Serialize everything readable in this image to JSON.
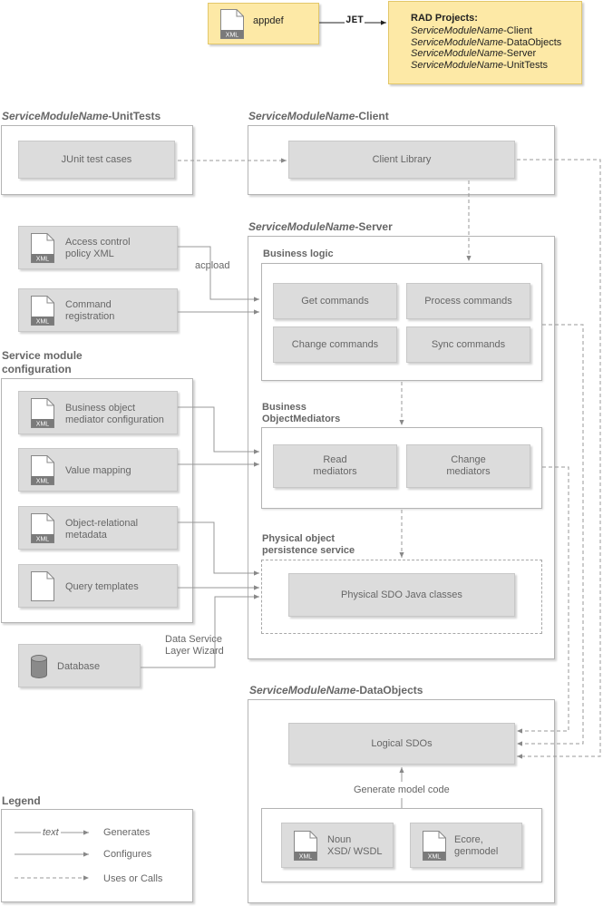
{
  "top": {
    "appdef": "appdef",
    "jet": "JET",
    "rad_title": "RAD Projects:",
    "rad_projects": [
      {
        "name": "ServiceModuleName",
        "suffix": "-Client"
      },
      {
        "name": "ServiceModuleName",
        "suffix": "-DataObjects"
      },
      {
        "name": "ServiceModuleName",
        "suffix": "-Server"
      },
      {
        "name": "ServiceModuleName",
        "suffix": "-UnitTests"
      }
    ]
  },
  "sections": {
    "unittests": {
      "name": "ServiceModuleName",
      "suffix": "-UnitTests",
      "box": "JUnit test cases"
    },
    "client": {
      "name": "ServiceModuleName",
      "suffix": "-Client",
      "box": "Client Library"
    },
    "server": {
      "name": "ServiceModuleName",
      "suffix": "-Server"
    },
    "dataobjects": {
      "name": "ServiceModuleName",
      "suffix": "-DataObjects"
    }
  },
  "server": {
    "business_logic": "Business logic",
    "get_commands": "Get commands",
    "process_commands": "Process commands",
    "change_commands": "Change commands",
    "sync_commands": "Sync commands",
    "bom_line1": "Business",
    "bom_line2": "ObjectMediators",
    "read_mediators_1": "Read",
    "read_mediators_2": "mediators",
    "change_mediators_1": "Change",
    "change_mediators_2": "mediators",
    "pops_line1": "Physical object",
    "pops_line2": "persistence service",
    "physical_sdo": "Physical SDO Java classes"
  },
  "left": {
    "access_control_1": "Access control",
    "access_control_2": "policy XML",
    "acpload": "acpload",
    "command_reg_1": "Command",
    "command_reg_2": "registration",
    "smc_line1": "Service module",
    "smc_line2": "configuration",
    "bomc_1": "Business object",
    "bomc_2": "mediator configuration",
    "value_mapping": "Value mapping",
    "orm_1": "Object-relational",
    "orm_2": "metadata",
    "query_templates": "Query templates",
    "database": "Database",
    "dslw_1": "Data Service",
    "dslw_2": "Layer Wizard"
  },
  "dataobjects": {
    "logical_sdos": "Logical SDOs",
    "generate_model": "Generate model code",
    "noun_1": "Noun",
    "noun_2": "XSD/ WSDL",
    "ecore_1": "Ecore,",
    "ecore_2": "genmodel"
  },
  "xml_tag": "XML",
  "legend": {
    "title": "Legend",
    "text_sample": "text",
    "generates": "Generates",
    "configures": "Configures",
    "uses": "Uses or Calls"
  }
}
